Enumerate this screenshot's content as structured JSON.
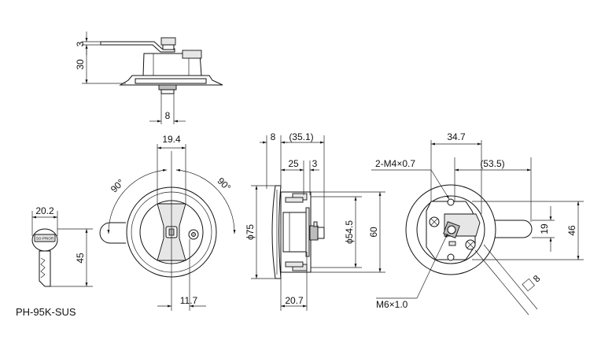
{
  "model_name": "PH-95K-SUS",
  "key": {
    "brand_text": "SO-PRIOR",
    "dims": {
      "width": "20.2",
      "height": "45"
    }
  },
  "side_view": {
    "dims": {
      "lever_thickness": "3",
      "body_height": "30",
      "spindle": "8"
    }
  },
  "front_view": {
    "dims": {
      "handle_width": "19.4",
      "offset": "11.7",
      "angle_left": "90°",
      "angle_right": "90°"
    }
  },
  "section_view": {
    "dims": {
      "flange": "8",
      "depth": "(35.1)",
      "body_depth": "25",
      "gap": "3",
      "outer_dia": "ϕ75",
      "inner_dia": "ϕ54.5",
      "height": "60",
      "bottom": "20.7"
    }
  },
  "rear_view": {
    "dims": {
      "tap": "2-M4×0.7",
      "width": "34.7",
      "cam_length": "(53.5)",
      "cam_height": "19",
      "overall": "46",
      "thread": "M6×1.0",
      "cam_width": "8"
    }
  }
}
